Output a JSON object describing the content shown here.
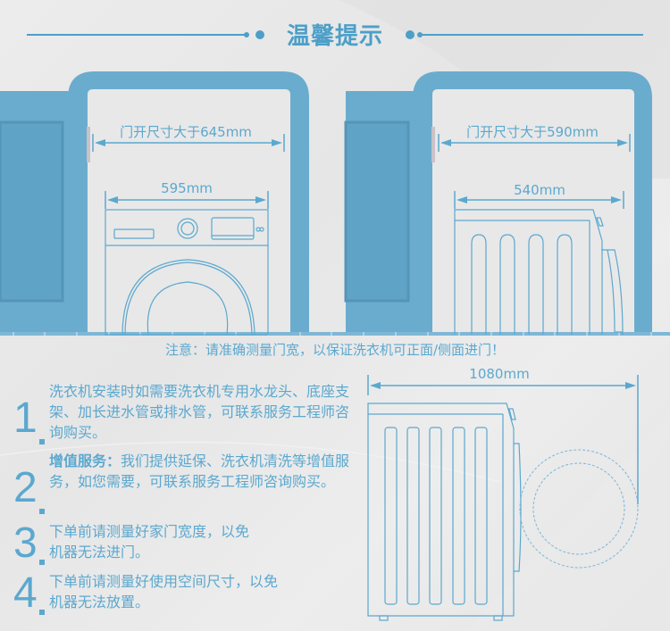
{
  "header": {
    "title": "温馨提示"
  },
  "diagrams": {
    "front_view": {
      "door_label": "门开尺寸大于645mm",
      "machine_width_label": "595mm"
    },
    "side_view": {
      "door_label": "门开尺寸大于590mm",
      "machine_depth_label": "540mm"
    },
    "open_door_view": {
      "total_depth_label": "1080mm"
    }
  },
  "notice": "注意：请准确测量门宽，以保证洗衣机可正面/侧面进门！",
  "tips": [
    {
      "number": "1",
      "highlight": "",
      "text": "洗衣机安装时如需要洗衣机专用水龙头、底座支架、加长进水管或排水管，可联系服务工程师咨询购买。"
    },
    {
      "number": "2",
      "highlight": "增值服务：",
      "text": "我们提供延保、洗衣机清洗等增值服务，如您需要，可联系服务工程师咨询购买。"
    },
    {
      "number": "3",
      "highlight": "",
      "text": "下单前请测量好家门宽度，以免机器无法进门。"
    },
    {
      "number": "4",
      "highlight": "",
      "text": "下单前请测量好使用空间尺寸，以免机器无法放置。"
    }
  ],
  "colors": {
    "accent": "#5ba8cf",
    "wall": "#6aaccd",
    "wall_dark": "#5a9dc0",
    "line": "#5ba8cf"
  },
  "icons": {
    "door_handle": "door-handle-icon",
    "washer_front": "washing-machine-front-icon",
    "washer_side": "washing-machine-side-icon",
    "arrow": "dimension-arrow-icon"
  }
}
